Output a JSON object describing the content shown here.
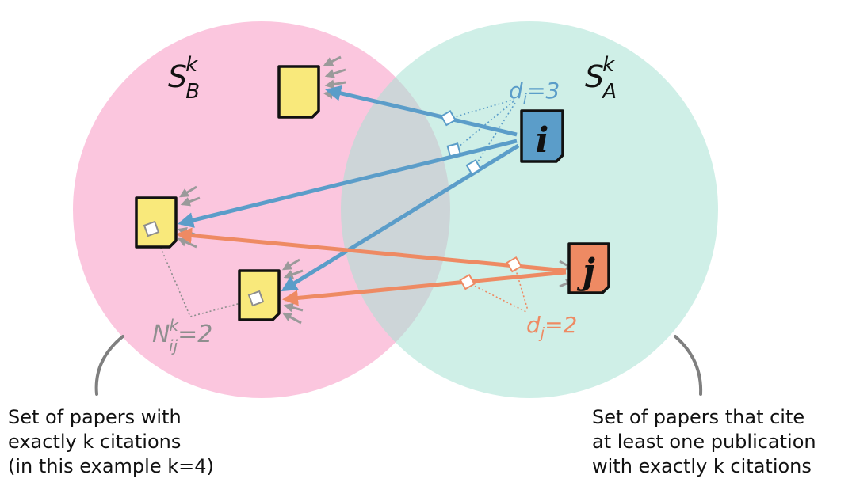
{
  "sets": {
    "b": {
      "symbol": "S",
      "sub": "B",
      "sup": "k",
      "color": "#f9a8cc"
    },
    "a": {
      "symbol": "S",
      "sub": "A",
      "sup": "k",
      "color": "#a8e2d3"
    }
  },
  "nodes": {
    "i": {
      "label": "i",
      "color": "#5b9dc9"
    },
    "j": {
      "label": "j",
      "color": "#ee8a63"
    }
  },
  "annotations": {
    "di": {
      "var": "d",
      "sub": "i",
      "rest": "=3",
      "color": "#5b9dc9"
    },
    "dj": {
      "var": "d",
      "sub": "j",
      "rest": "=2",
      "color": "#ee8a63"
    },
    "nij": {
      "var": "N",
      "sub": "ij",
      "sup": "k",
      "rest": "=2",
      "color": "#8e8e8e"
    }
  },
  "captions": {
    "left": "Set of papers with\nexactly k citations\n(in this example k=4)",
    "right": "Set of papers that cite\nat least one publication\nwith exactly k citations"
  },
  "colors": {
    "paper_fill": "#f9e97b",
    "blue_arrow": "#5b9dc9",
    "orange_arrow": "#ee8a63",
    "incoming_arrow": "#9a9a9a",
    "bracket": "#7f7f7f"
  }
}
